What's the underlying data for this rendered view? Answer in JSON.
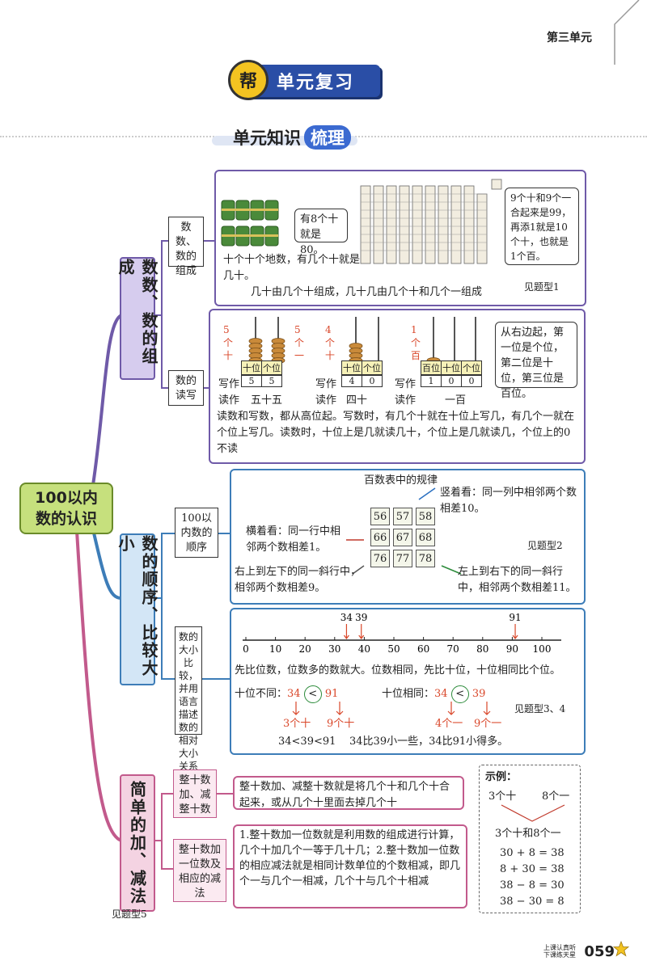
{
  "header": {
    "unit": "第三单元"
  },
  "title": {
    "badge": "帮",
    "text": "单元复习"
  },
  "subtitle": {
    "part1": "单元知识",
    "part2": "梳理"
  },
  "root": {
    "line1": "100以内",
    "line2": "数的认识"
  },
  "sections": {
    "s1": {
      "title": "数数、数的组成",
      "sub1": "数数、数的组成",
      "sub2": "数的读写",
      "box1": {
        "bubble": "有8个十就是80。",
        "caption": "十个十个地数，有几个十就是几十。",
        "right_note": "9个十和9个一合起来是99，再添1就是10个十，也就是1个百。",
        "bottom": "几十由几个十组成，几十几由几个十和几个一组成",
        "ref": "见题型1"
      },
      "box2": {
        "abacus": [
          {
            "left": "5个十",
            "right": "5个一",
            "headers": [
              "十位",
              "个位"
            ],
            "digits": [
              "5",
              "5"
            ],
            "write": "写作",
            "read": "读作",
            "read_value": "五十五"
          },
          {
            "left": "4个十",
            "headers": [
              "十位",
              "个位"
            ],
            "digits": [
              "4",
              "0"
            ],
            "write": "写作",
            "read": "读作",
            "read_value": "四十"
          },
          {
            "left": "1个百",
            "headers": [
              "百位",
              "十位",
              "个位"
            ],
            "digits": [
              "1",
              "0",
              "0"
            ],
            "write": "写作",
            "read": "读作",
            "read_value": "一百"
          }
        ],
        "note": "从右边起，第一位是个位，第二位是十位，第三位是百位。",
        "text": "读数和写数，都从高位起。写数时，有几个十就在十位上写几，有几个一就在个位上写几。读数时，十位上是几就读几十，个位上是几就读几，个位上的0不读"
      }
    },
    "s2": {
      "title": "数的顺序、比较大小",
      "sub1": "100以内数的顺序",
      "sub2": "数的大小比较，并用语言描述数的相对大小关系",
      "box1": {
        "header": "百数表中的规律",
        "vertical": "竖着看：同一列中相邻两个数相差10。",
        "horizontal": "横着看：同一行中相邻两个数相差1。",
        "diag_left": "右上到左下的同一斜行中，相邻两个数相差9。",
        "diag_right": "左上到右下的同一斜行中，相邻两个数相差11。",
        "ref": "见题型2",
        "grid": [
          "56",
          "57",
          "58",
          "66",
          "67",
          "68",
          "76",
          "77",
          "78"
        ]
      },
      "box2": {
        "marks": [
          "34",
          "39",
          "91"
        ],
        "ticks": [
          "0",
          "10",
          "20",
          "30",
          "40",
          "50",
          "60",
          "70",
          "80",
          "90",
          "100"
        ],
        "rule": "先比位数，位数多的数就大。位数相同，先比十位，十位相同比个位。",
        "diff_label": "十位不同：",
        "diff_a": "34",
        "diff_op": "<",
        "diff_b": "91",
        "diff_a_note": "3个十",
        "diff_b_note": "9个十",
        "same_label": "十位相同：",
        "same_a": "34",
        "same_op": "<",
        "same_b": "39",
        "same_a_note": "4个一",
        "same_b_note": "9个一",
        "ref": "见题型3、4",
        "result1": "34<39<91",
        "result2": "34比39小一些，34比91小得多。"
      }
    },
    "s3": {
      "title": "简单的加、减法",
      "sub1": "整十数加、减整十数",
      "sub2": "整十数加一位数及相应的减法",
      "box1": "整十数加、减整十数就是将几个十和几个十合起来，或从几个十里面去掉几个十",
      "box2": "1.整十数加一位数就是利用数的组成进行计算，几个十加几个一等于几十几；2.整十数加一位数的相应减法就是相同计数单位的个数相减，即几个一与几个一相减，几个十与几个十相减",
      "ref": "见题型5",
      "example": {
        "label": "示例：",
        "left": "3个十",
        "right": "8个一",
        "sum": "3个十和8个一",
        "eqs": [
          "30 + 8 = 38",
          "8 + 30 = 38",
          "38 − 8 = 30",
          "38 − 30 = 8"
        ]
      }
    }
  },
  "footer": {
    "slogan1": "上课认真听",
    "slogan2": "下课练天星",
    "page": "059"
  }
}
